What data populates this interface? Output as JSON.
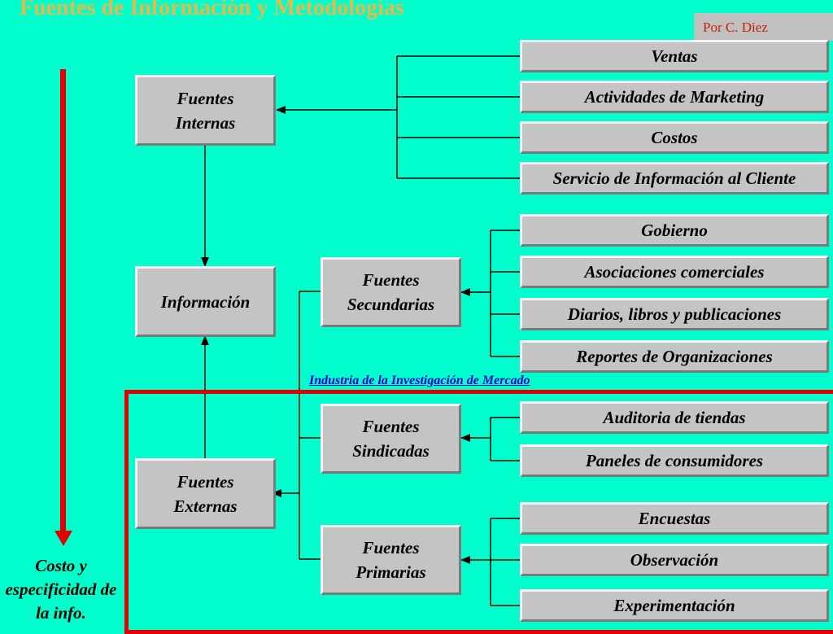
{
  "slide": {
    "title": "Fuentes de Información y Metodologías",
    "author": "Por C. Diez",
    "cost_label": "Costo y especificidad de la info.",
    "market_research_label": "Industria de la Investigación de Mercado"
  },
  "nodes": {
    "internal_sources": "Fuentes Internas",
    "information": "Información",
    "external_sources": "Fuentes Externas",
    "secondary_sources": "Fuentes Secundarias",
    "syndicated_sources": "Fuentes Sindicadas",
    "primary_sources": "Fuentes Primarias"
  },
  "internal_items": [
    "Ventas",
    "Actividades de Marketing",
    "Costos",
    "Servicio de Información al Cliente"
  ],
  "secondary_items": [
    "Gobierno",
    "Asociaciones comerciales",
    "Diarios, libros y publicaciones",
    "Reportes de Organizaciones"
  ],
  "syndicated_items": [
    "Auditoria de tiendas",
    "Paneles de consumidores"
  ],
  "primary_items": [
    "Encuestas",
    "Observación",
    "Experimentación"
  ],
  "colors": {
    "background": "#00FFCC",
    "title": "#E8B84B",
    "box": "#C4C4C4",
    "arrow_red": "#E00000",
    "market_label": "#0000CC"
  }
}
